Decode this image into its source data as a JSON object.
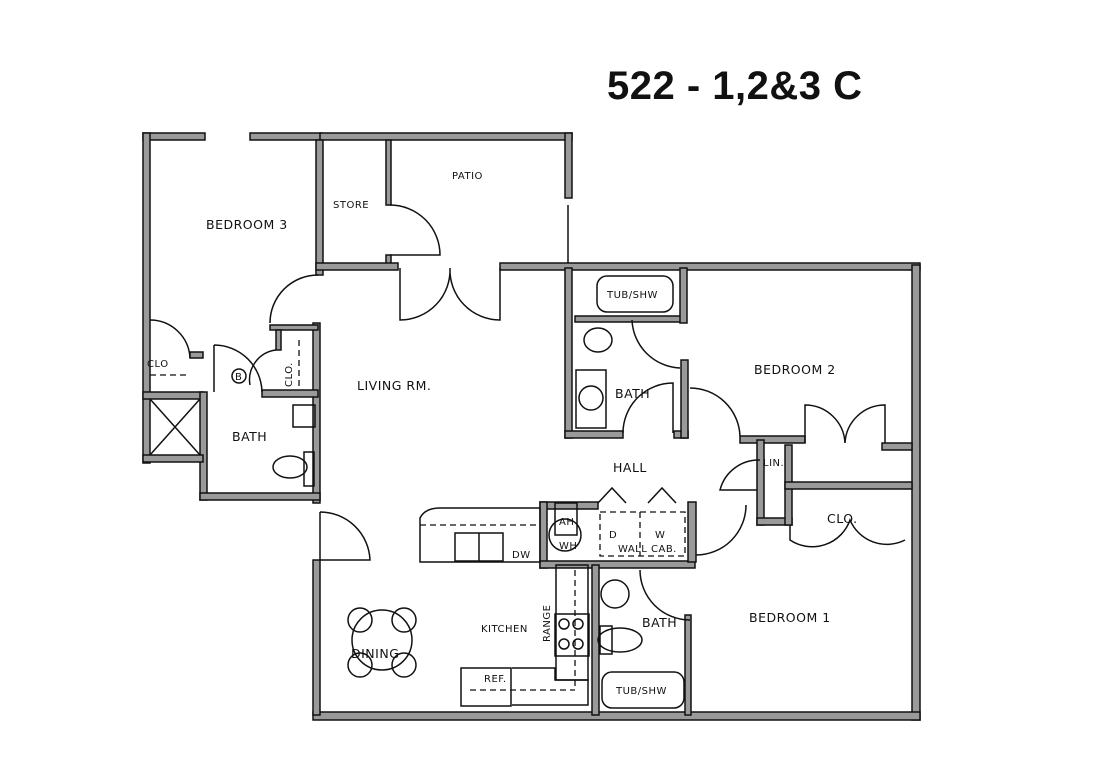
{
  "plan": {
    "title": "522 - 1,2&3 C",
    "rooms": {
      "bedroom3": "BEDROOM 3",
      "store": "STORE",
      "patio": "PATIO",
      "living": "LIVING RM.",
      "clo_left": "CLO",
      "boiler": "B",
      "clo_small": "CLO.",
      "bath3": "BATH",
      "tub2": "TUB/SHW",
      "bath2": "BATH",
      "bedroom2": "BEDROOM 2",
      "hall": "HALL",
      "lin": "LIN.",
      "clo_bed1": "CLO.",
      "ah": "AH",
      "wh": "WH",
      "dryer": "D",
      "washer": "W",
      "wallcab": "WALL CAB.",
      "dw": "DW",
      "kitchen": "KITCHEN",
      "range": "RANGE",
      "bath1": "BATH",
      "bedroom1": "BEDROOM 1",
      "dining": "DINING",
      "ref": "REF.",
      "tub1": "TUB/SHW"
    }
  }
}
